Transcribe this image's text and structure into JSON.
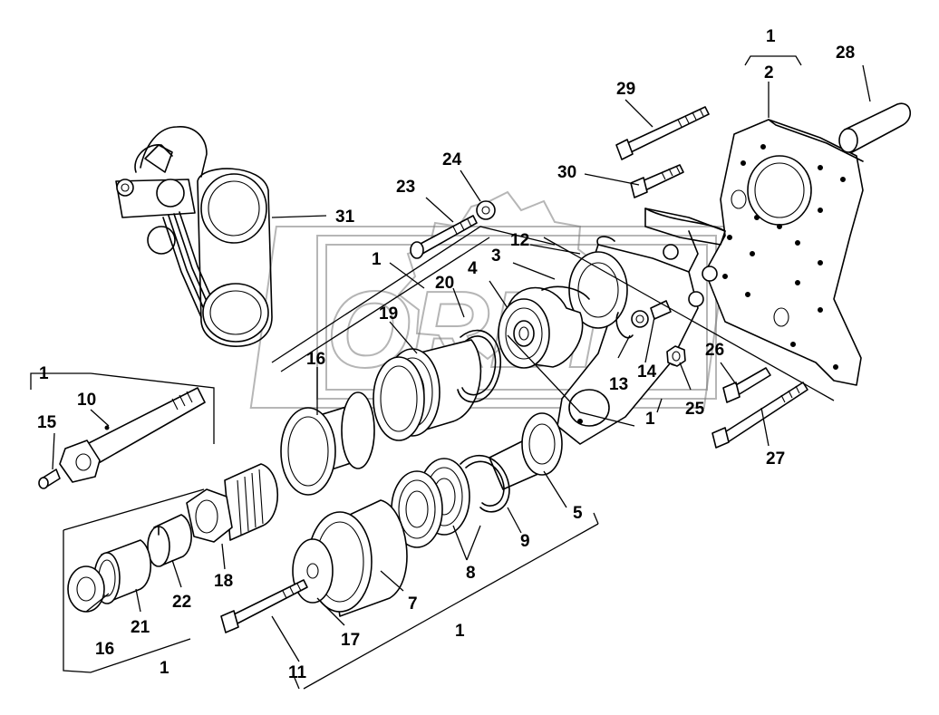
{
  "diagram": {
    "watermark": "ORBIT",
    "callouts": {
      "c1_top": "1",
      "c2": "2",
      "c3": "3",
      "c4": "4",
      "c5": "5",
      "c7": "7",
      "c8": "8",
      "c9": "9",
      "c10": "10",
      "c11": "11",
      "c12": "12",
      "c13": "13",
      "c14": "14",
      "c15": "15",
      "c16_left": "16",
      "c16_mid": "16",
      "c17": "17",
      "c18": "18",
      "c19": "19",
      "c20": "20",
      "c21": "21",
      "c22": "22",
      "c23": "23",
      "c24": "24",
      "c25": "25",
      "c26": "26",
      "c27": "27",
      "c28": "28",
      "c29": "29",
      "c30": "30",
      "c31": "31",
      "c1_mid": "1",
      "c1_right": "1",
      "c1_left": "1",
      "c1_bottom_left": "1",
      "c1_bottom": "1"
    }
  }
}
